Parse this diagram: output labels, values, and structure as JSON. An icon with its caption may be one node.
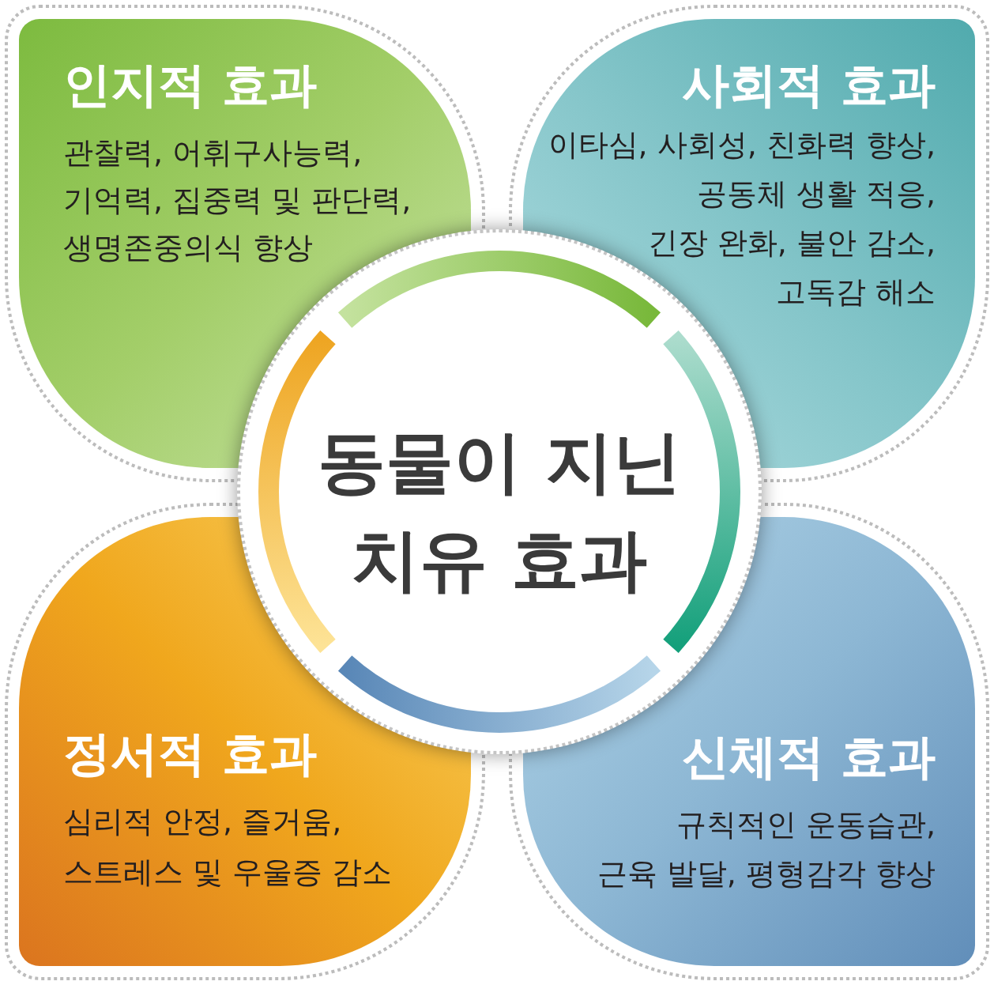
{
  "diagram": {
    "nodes": [
      {
        "text": [
          "인지적 효과",
          "관찰력, 어휘구사능력, 기억력, 집중력 및 판단력, 생명존중의식 향상"
        ]
      },
      {
        "text": [
          "사회적 효과",
          "이타심, 사회성, 친화력 향상, 공동체 생활 적응, 긴장 완화, 불안 감소, 고독감 해소"
        ]
      },
      {
        "text": [
          "동물이 지닌 치유 효과"
        ]
      },
      {
        "text": [
          "정서적 효과",
          "심리적 안정, 즐거움, 스트레스 및 우울증 감소"
        ]
      },
      {
        "text": [
          "신체적 효과",
          "규칙적인 운동습관, 근육 발달, 평형감각 향상"
        ]
      }
    ]
  }
}
